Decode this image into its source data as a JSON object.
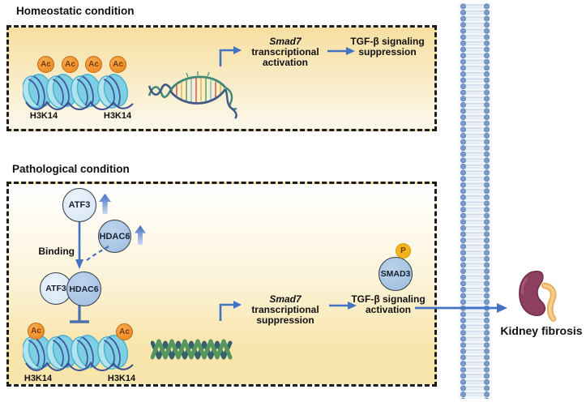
{
  "homeostatic": {
    "title": "Homeostatic condition",
    "ac": "Ac",
    "h3k14": "H3K14",
    "smad7_gene": "Smad7",
    "smad7_text": "transcriptional",
    "smad7_line2": "activation",
    "tgf_line1": "TGF-β signaling",
    "tgf_line2": "suppression"
  },
  "pathological": {
    "title": "Pathological condition",
    "atf3": "ATF3",
    "hdac6": "HDAC6",
    "binding": "Binding",
    "ac": "Ac",
    "h3k14": "H3K14",
    "smad7_gene": "Smad7",
    "smad7_text": "transcriptional",
    "smad7_line2": "suppression",
    "tgf_line1": "TGF-β signaling",
    "tgf_line2": "activation",
    "smad3": "SMAD3",
    "phospho": "P"
  },
  "outcome": {
    "label": "Kidney fibrosis"
  },
  "colors": {
    "arrow_blue": "#4472c4",
    "ac_orange": "#ee8d25",
    "nucleosome_cyan": "#7ecfe3",
    "phospho_yellow": "#f4b41f",
    "kidney_maroon": "#8c3f5e",
    "panel_yellow": "#f8e5ab",
    "border_black": "#1c1c1c"
  }
}
